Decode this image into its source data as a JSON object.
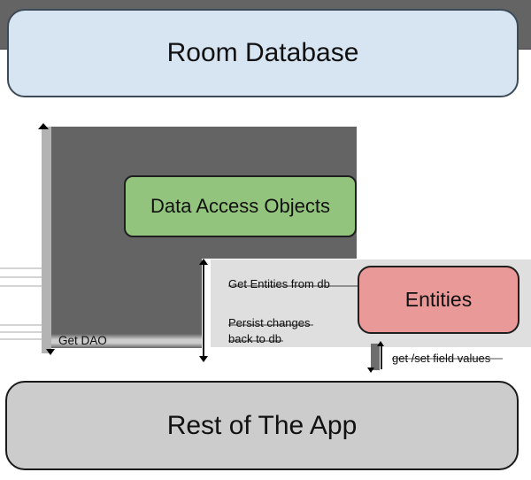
{
  "nodes": {
    "room_database": {
      "label": "Room Database",
      "fill": "#d7e4f2"
    },
    "data_access_objects": {
      "label": "Data Access Objects",
      "fill": "#93c47d"
    },
    "entities": {
      "label": "Entities",
      "fill": "#ea9999"
    },
    "rest_of_the_app": {
      "label": "Rest of The App",
      "fill": "#cccccc"
    }
  },
  "edge_labels": {
    "get_dao": "Get DAO",
    "get_entities_from_db": "Get Entities from db",
    "persist_changes": "Persist changes back to db",
    "get_set_field_values": "get /set field values"
  },
  "colors": {
    "arrow_gray": "#646464",
    "arrow_dark_band": "#49444a",
    "arrow_light_bar": "#b3b3b3",
    "label_panel": "#dfdfdf",
    "background": "#ffffff",
    "text": "#111111"
  }
}
